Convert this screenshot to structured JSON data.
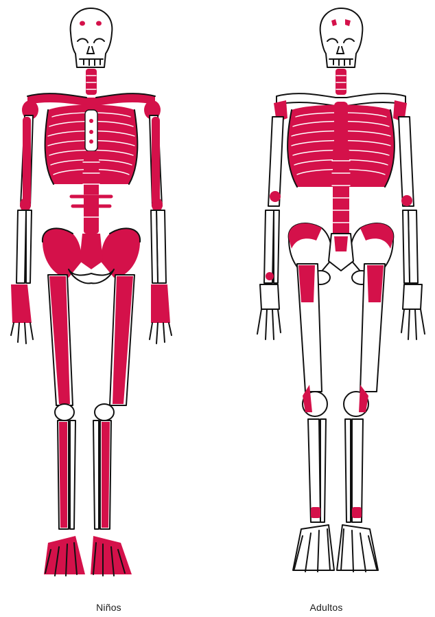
{
  "colors": {
    "marrow": "#d4114a",
    "outline": "#111111",
    "bone": "#ffffff"
  },
  "figures": [
    {
      "id": "child",
      "caption": "Niños"
    },
    {
      "id": "adult",
      "caption": "Adultos"
    }
  ]
}
